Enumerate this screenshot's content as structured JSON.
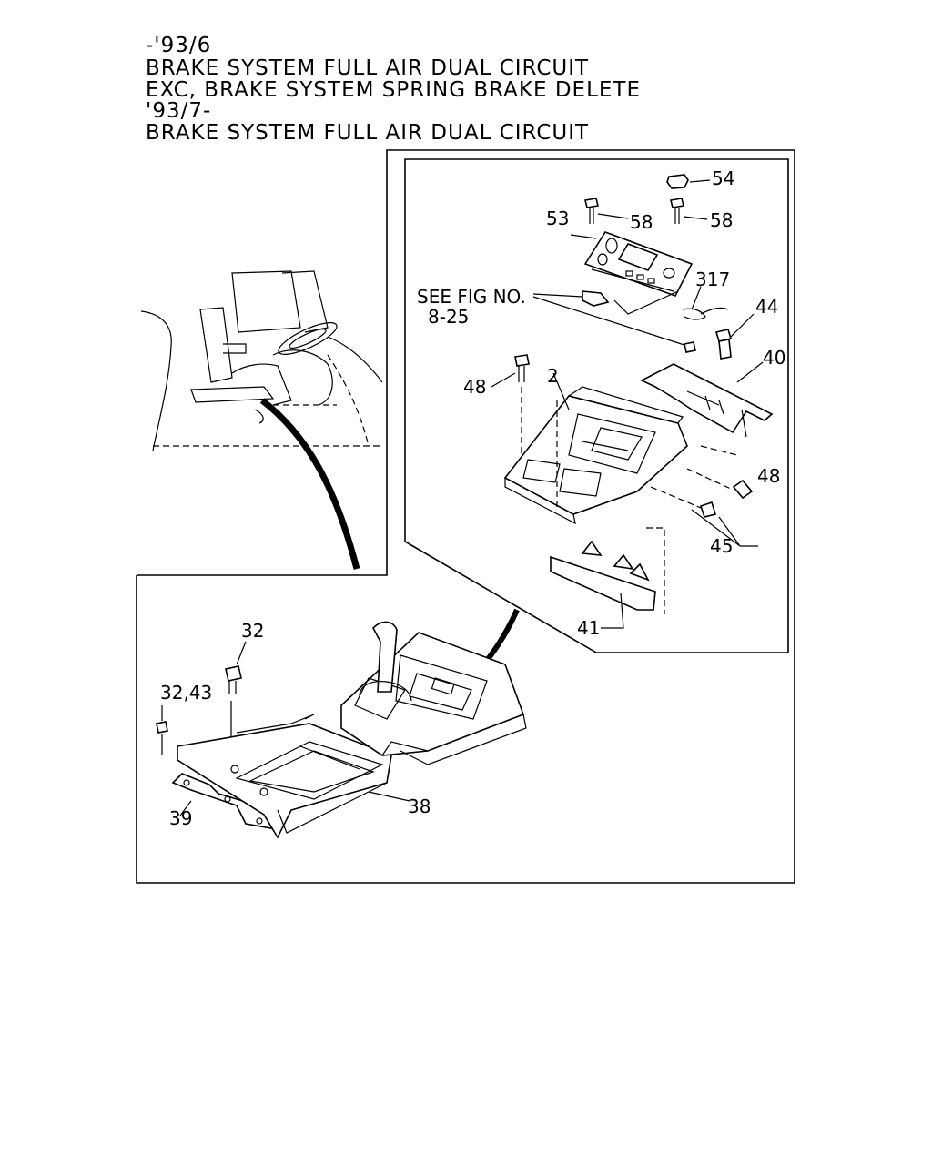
{
  "header": {
    "line1": "-'93/6",
    "line2": "BRAKE SYSTEM FULL AIR DUAL CIRCUIT",
    "line3": "EXC, BRAKE SYSTEM SPRING BRAKE DELETE",
    "line4": "'93/7-",
    "line5": "BRAKE SYSTEM FULL AIR DUAL CIRCUIT"
  },
  "callouts": {
    "c54": "54",
    "c53": "53",
    "c58a": "58",
    "c58b": "58",
    "see_fig": "SEE FIG NO.",
    "fig_ref": "8-25",
    "c317": "317",
    "c44": "44",
    "c40": "40",
    "c48a": "48",
    "c2": "2",
    "c48b": "48",
    "c45": "45",
    "c41": "41",
    "c32": "32",
    "c3243": "32,43",
    "c39": "39",
    "c38": "38"
  }
}
